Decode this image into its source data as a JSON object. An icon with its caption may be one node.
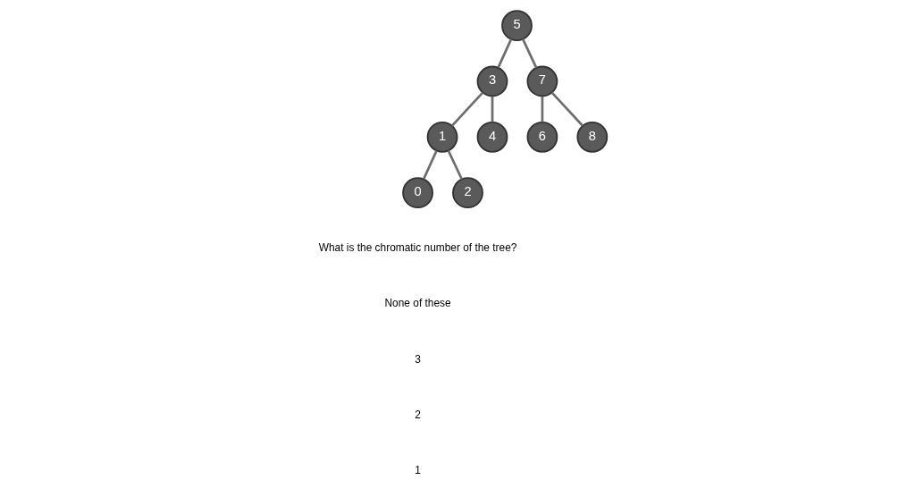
{
  "diagram": {
    "nodes": [
      {
        "text": [
          "5"
        ]
      },
      {
        "text": [
          "3"
        ]
      },
      {
        "text": [
          "7"
        ]
      },
      {
        "text": [
          "1"
        ]
      },
      {
        "text": [
          "4"
        ]
      },
      {
        "text": [
          "6"
        ]
      },
      {
        "text": [
          "8"
        ]
      },
      {
        "text": [
          "0"
        ]
      },
      {
        "text": [
          "2"
        ]
      }
    ],
    "edges": [
      {
        "from": 0,
        "to": 1,
        "arrow": "none"
      },
      {
        "from": 0,
        "to": 2,
        "arrow": "none"
      },
      {
        "from": 1,
        "to": 3,
        "arrow": "none"
      },
      {
        "from": 1,
        "to": 4,
        "arrow": "none"
      },
      {
        "from": 2,
        "to": 5,
        "arrow": "none"
      },
      {
        "from": 2,
        "to": 6,
        "arrow": "none"
      },
      {
        "from": 3,
        "to": 7,
        "arrow": "none"
      },
      {
        "from": 3,
        "to": 8,
        "arrow": "none"
      }
    ],
    "labels": [
      "What is the chromatic number of the tree?",
      "None of these",
      "3",
      "2",
      "1"
    ]
  }
}
